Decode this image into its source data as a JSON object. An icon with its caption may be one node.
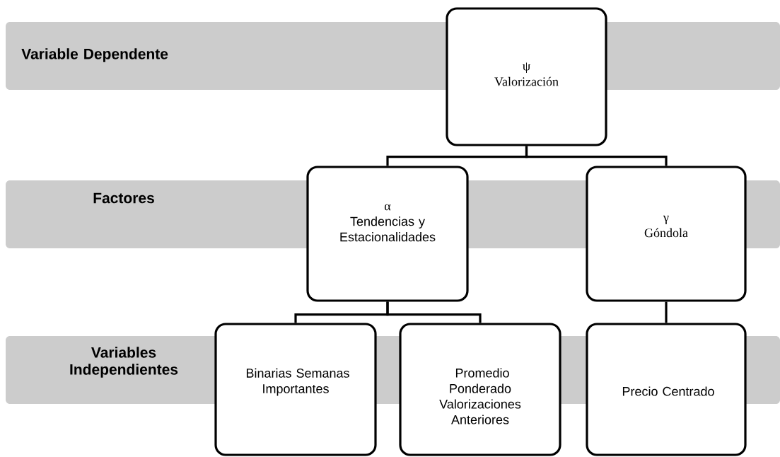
{
  "diagram": {
    "nodes": [
      {
        "text": [
          "Variable Dependente"
        ]
      },
      {
        "text": [
          "Factores"
        ]
      },
      {
        "text": [
          "Variables Independientes"
        ]
      },
      {
        "text": [
          "ψ",
          "Valorización"
        ]
      },
      {
        "text": [
          "α",
          "Tendencias y Estacionalidades"
        ]
      },
      {
        "text": [
          "γ",
          "Góndola"
        ]
      },
      {
        "text": [
          "Binarias Semanas Importantes"
        ]
      },
      {
        "text": [
          "Promedio Ponderado Valorizaciones Anteriores"
        ]
      },
      {
        "text": [
          "Precio Centrado"
        ]
      }
    ],
    "edges": [
      {
        "from": 3,
        "to": 4,
        "arrow": "none"
      },
      {
        "from": 3,
        "to": 5,
        "arrow": "none"
      },
      {
        "from": 4,
        "to": 6,
        "arrow": "none"
      },
      {
        "from": 4,
        "to": 7,
        "arrow": "none"
      },
      {
        "from": 5,
        "to": 8,
        "arrow": "none"
      }
    ]
  }
}
